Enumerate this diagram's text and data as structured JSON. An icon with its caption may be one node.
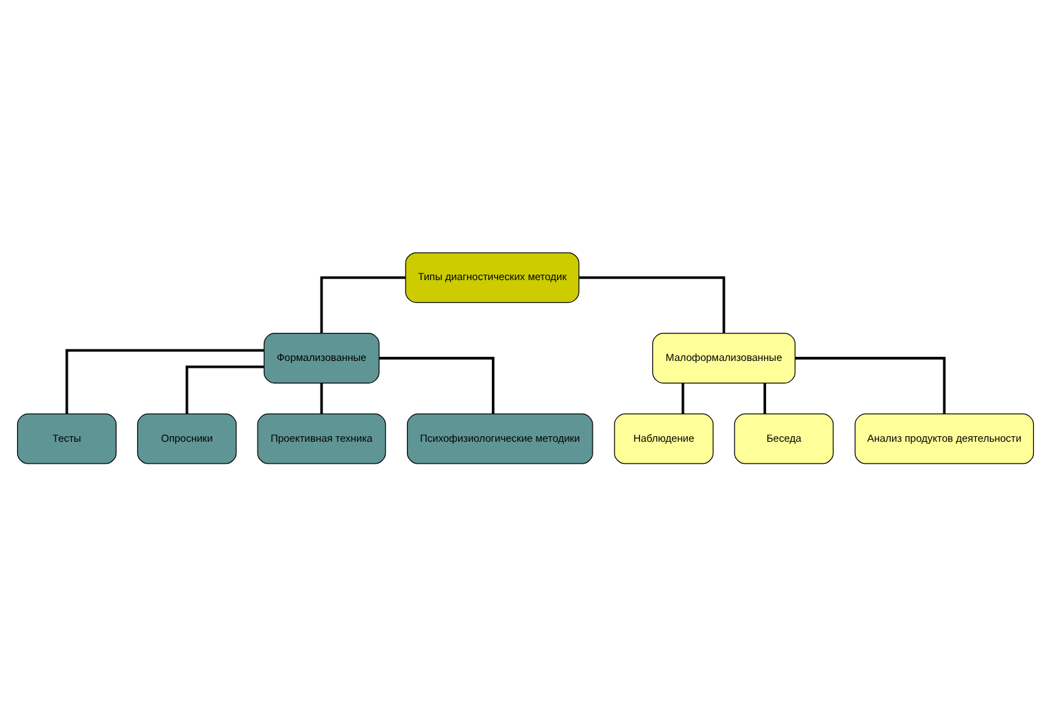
{
  "diagram": {
    "nodes": [
      {
        "text": [
          "Типы диагностических методик"
        ]
      },
      {
        "text": [
          "Формализованные"
        ]
      },
      {
        "text": [
          "Тесты"
        ]
      },
      {
        "text": [
          "Опросники"
        ]
      },
      {
        "text": [
          "Проективная техника"
        ]
      },
      {
        "text": [
          "Психофизиологические методики"
        ]
      },
      {
        "text": [
          "Малоформализованные"
        ]
      },
      {
        "text": [
          "Наблюдение"
        ]
      },
      {
        "text": [
          "Беседа"
        ]
      },
      {
        "text": [
          "Анализ продуктов деятельности"
        ]
      }
    ],
    "edges": [
      {
        "from": 0,
        "to": 1,
        "arrow": "none"
      },
      {
        "from": 0,
        "to": 6,
        "arrow": "none"
      },
      {
        "from": 1,
        "to": 2,
        "arrow": "none"
      },
      {
        "from": 1,
        "to": 3,
        "arrow": "none"
      },
      {
        "from": 1,
        "to": 4,
        "arrow": "none"
      },
      {
        "from": 1,
        "to": 5,
        "arrow": "none"
      },
      {
        "from": 6,
        "to": 7,
        "arrow": "none"
      },
      {
        "from": 6,
        "to": 8,
        "arrow": "none"
      },
      {
        "from": 6,
        "to": 9,
        "arrow": "none"
      }
    ]
  }
}
